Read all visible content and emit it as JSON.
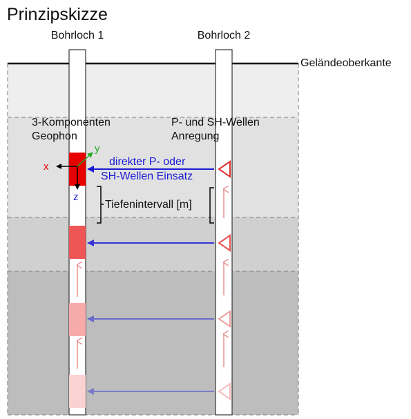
{
  "title": "Prinzipskizze",
  "labels": {
    "borehole_1": "Bohrloch 1",
    "borehole_2": "Bohrloch 2",
    "ground_surface": "Geländeoberkante",
    "geophone_line1": "3-Komponenten",
    "geophone_line2": "Geophon",
    "source_line1": "P- und SH-Wellen",
    "source_line2": "Anregung",
    "wave_line1": "direkter P- oder",
    "wave_line2": "SH-Wellen Einsatz",
    "depth_interval": "Tiefenintervall [m]",
    "axis_x": "x",
    "axis_y": "y",
    "axis_z": "z"
  },
  "colors": {
    "layer_top": "#eeeeee",
    "layer_second": "#e1e1e1",
    "layer_third": "#d0d0d0",
    "layer_bottom": "#bdbdbd",
    "geophone_active": "#e60000",
    "source_red": "#e03030",
    "wave_blue": "#1a1ad6",
    "axis_y_green": "#22aa22",
    "axis_x_red": "#dd0000"
  },
  "acquisition_steps": [
    {
      "step": 1,
      "strength": "strong"
    },
    {
      "step": 2,
      "strength": "medium"
    },
    {
      "step": 3,
      "strength": "weak"
    },
    {
      "step": 4,
      "strength": "faint"
    }
  ]
}
